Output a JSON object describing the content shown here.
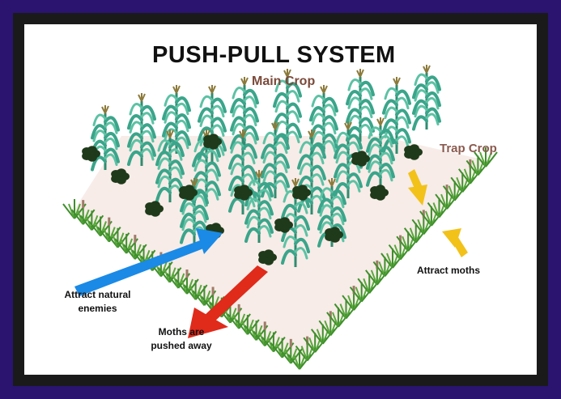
{
  "diagram": {
    "title": "PUSH-PULL SYSTEM",
    "labels": {
      "main_crop": "Main Crop",
      "trap_crop": "Trap Crop",
      "attract_moths": "Attract moths",
      "attract_enemies": "Attract natural enemies",
      "moths_pushed": "Moths are pushed away"
    }
  },
  "colors": {
    "outer_frame": "#2a1470",
    "inner_border": "#1a1a1a",
    "background": "#ffffff",
    "field": "#f7ece8",
    "maize": "#3aa58a",
    "grass": "#3f8f2c",
    "desmodium": "#1f3a1a",
    "blue_arrow": "#1a8ae6",
    "red_arrow": "#e02a1a",
    "yellow_arrow": "#f2c21a",
    "main_crop_text": "#7a4a3a",
    "trap_crop_text": "#8a5a4e"
  }
}
